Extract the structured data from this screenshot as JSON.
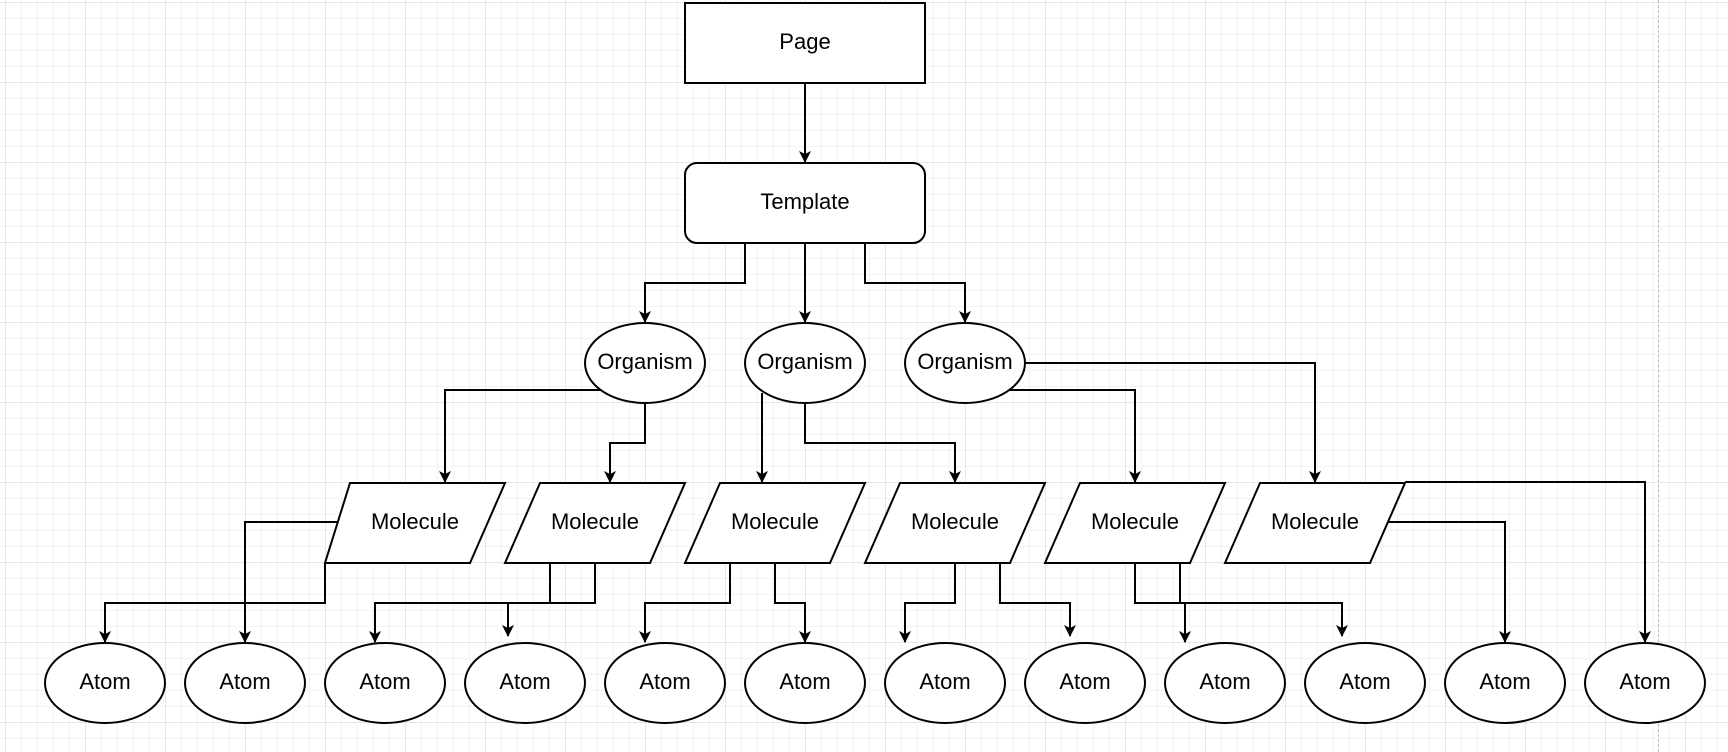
{
  "diagram": {
    "page": "Page",
    "template": "Template",
    "organisms": [
      "Organism",
      "Organism",
      "Organism"
    ],
    "molecules": [
      "Molecule",
      "Molecule",
      "Molecule",
      "Molecule",
      "Molecule",
      "Molecule"
    ],
    "atoms": [
      "Atom",
      "Atom",
      "Atom",
      "Atom",
      "Atom",
      "Atom",
      "Atom",
      "Atom",
      "Atom",
      "Atom",
      "Atom",
      "Atom"
    ]
  }
}
